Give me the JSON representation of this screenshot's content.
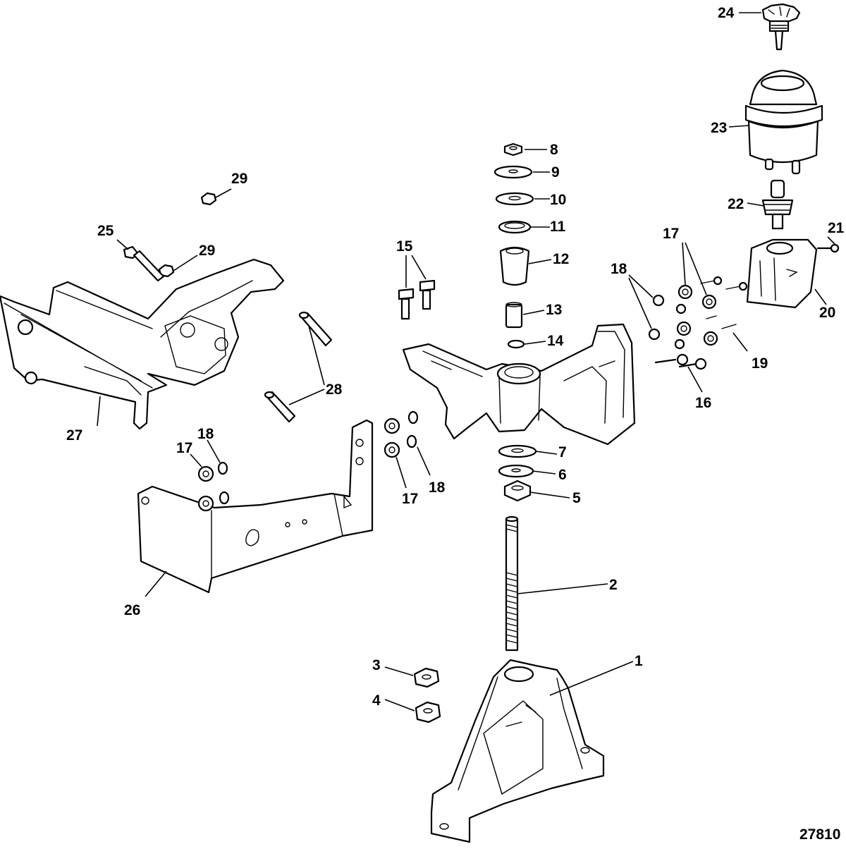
{
  "figure_number": "27810",
  "callouts": [
    "1",
    "2",
    "3",
    "4",
    "5",
    "6",
    "7",
    "8",
    "9",
    "10",
    "11",
    "12",
    "13",
    "14",
    "15",
    "16",
    "17",
    "17",
    "17",
    "18",
    "18",
    "18",
    "19",
    "20",
    "21",
    "22",
    "23",
    "24",
    "25",
    "26",
    "27",
    "28",
    "29",
    "29"
  ],
  "colors": {
    "line": "#000000",
    "background": "#ffffff"
  }
}
